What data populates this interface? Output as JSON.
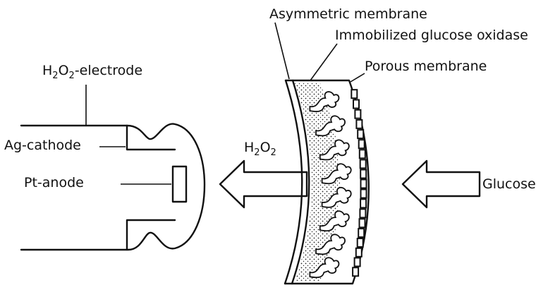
{
  "labels": {
    "electrode_main": "H",
    "electrode_sub1": "2",
    "electrode_mid": "O",
    "electrode_sub2": "2",
    "electrode_rest": "-electrode",
    "ag_cathode": "Ag-cathode",
    "pt_anode": "Pt-anode",
    "asymmetric_membrane": "Asymmetric membrane",
    "immobilized_enzyme": "Immobilized glucose oxidase",
    "porous_membrane": "Porous membrane",
    "h2o2_main": "H",
    "h2o2_sub1": "2",
    "h2o2_mid": "O",
    "h2o2_sub2": "2",
    "glucose": "Glucose"
  }
}
